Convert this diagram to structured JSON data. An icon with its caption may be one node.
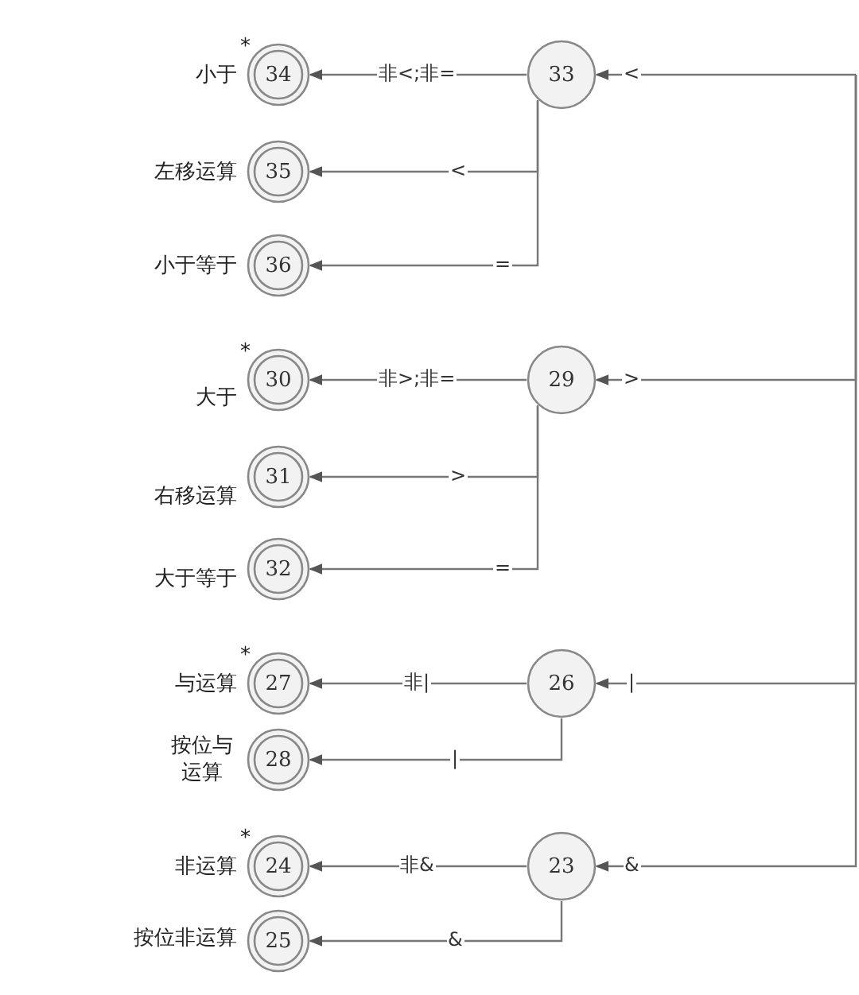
{
  "diagram": {
    "nodes": [
      {
        "text": [
          "34"
        ],
        "beside": [
          "*",
          "小于"
        ]
      },
      {
        "text": [
          "33"
        ]
      },
      {
        "text": [
          "35"
        ],
        "beside": [
          "左移运算"
        ]
      },
      {
        "text": [
          "36"
        ],
        "beside": [
          "小于等于"
        ]
      },
      {
        "text": [
          "30"
        ],
        "beside": [
          "*",
          "大于"
        ]
      },
      {
        "text": [
          "29"
        ]
      },
      {
        "text": [
          "31"
        ],
        "beside": [
          "右移运算"
        ]
      },
      {
        "text": [
          "32"
        ],
        "beside": [
          "大于等于"
        ]
      },
      {
        "text": [
          "27"
        ],
        "beside": [
          "*",
          "与运算"
        ]
      },
      {
        "text": [
          "26"
        ]
      },
      {
        "text": [
          "28"
        ],
        "beside": [
          "按位与运算"
        ]
      },
      {
        "text": [
          "24"
        ],
        "beside": [
          "*",
          "非运算"
        ]
      },
      {
        "text": [
          "23"
        ]
      },
      {
        "text": [
          "25"
        ],
        "beside": [
          "按位非运算"
        ]
      }
    ],
    "edges": [
      {
        "from": null,
        "to": 1,
        "arrow": "to",
        "label": "<"
      },
      {
        "from": 1,
        "to": 0,
        "arrow": "to",
        "label": "非<;非="
      },
      {
        "from": 1,
        "to": 2,
        "arrow": "to",
        "label": "<"
      },
      {
        "from": 1,
        "to": 3,
        "arrow": "to",
        "label": "="
      },
      {
        "from": null,
        "to": 5,
        "arrow": "to",
        "label": ">"
      },
      {
        "from": 5,
        "to": 4,
        "arrow": "to",
        "label": "非>;非="
      },
      {
        "from": 5,
        "to": 6,
        "arrow": "to",
        "label": ">"
      },
      {
        "from": 5,
        "to": 7,
        "arrow": "to",
        "label": "="
      },
      {
        "from": null,
        "to": 9,
        "arrow": "to",
        "label": "|"
      },
      {
        "from": 9,
        "to": 8,
        "arrow": "to",
        "label": "非|"
      },
      {
        "from": 9,
        "to": 10,
        "arrow": "to",
        "label": "|"
      },
      {
        "from": null,
        "to": 12,
        "arrow": "to",
        "label": "&"
      },
      {
        "from": 12,
        "to": 11,
        "arrow": "to",
        "label": "非&"
      },
      {
        "from": 12,
        "to": 13,
        "arrow": "to",
        "label": "&"
      }
    ]
  }
}
